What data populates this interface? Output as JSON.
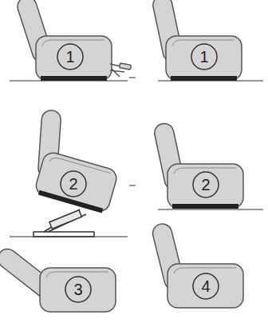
{
  "diagram": {
    "labels": [
      "1",
      "1",
      "2",
      "2",
      "3",
      "4"
    ]
  }
}
